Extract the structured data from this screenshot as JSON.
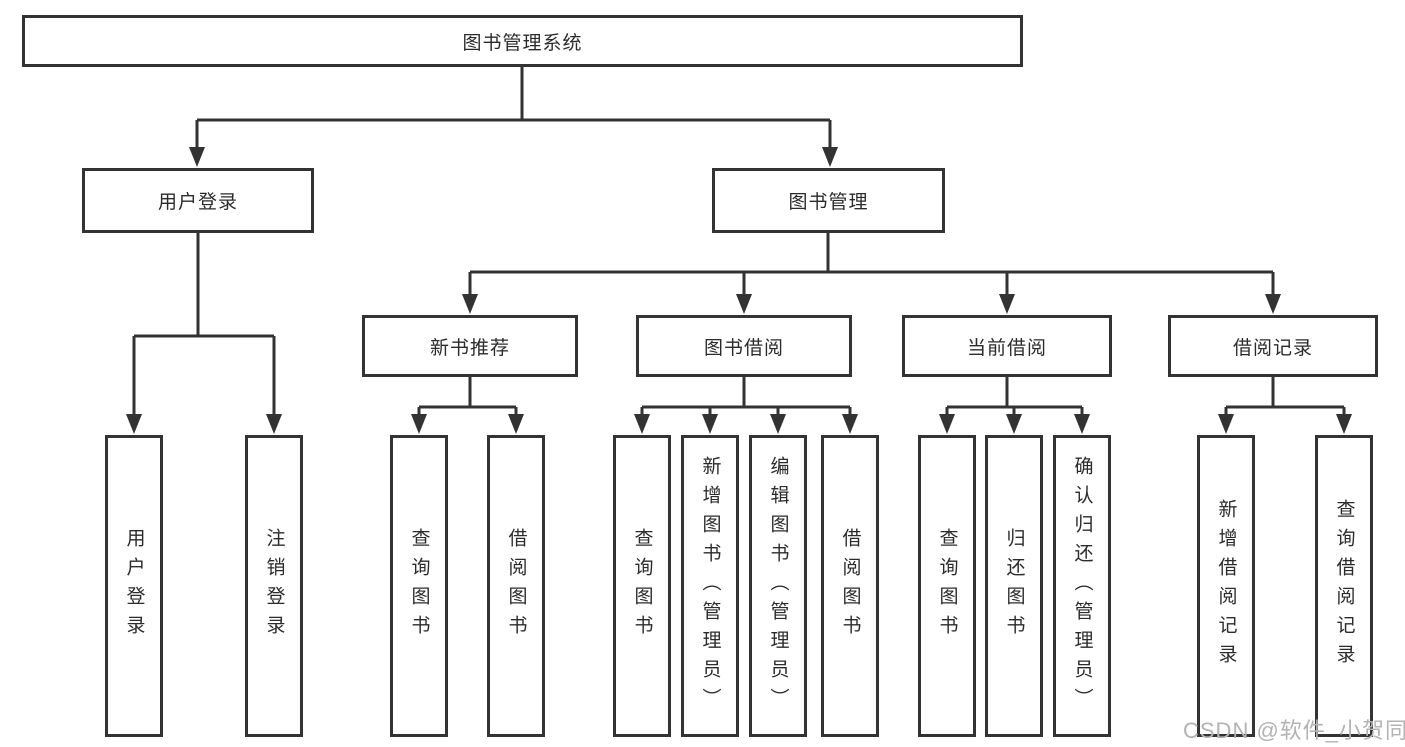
{
  "tree": {
    "label": "图书管理系统",
    "children": [
      {
        "label": "用户登录",
        "children": [
          {
            "label": "用户登录"
          },
          {
            "label": "注销登录"
          }
        ]
      },
      {
        "label": "图书管理",
        "children": [
          {
            "label": "新书推荐",
            "children": [
              {
                "label": "查询图书"
              },
              {
                "label": "借阅图书"
              }
            ]
          },
          {
            "label": "图书借阅",
            "children": [
              {
                "label": "查询图书"
              },
              {
                "label": "新增图书（管理员）"
              },
              {
                "label": "编辑图书（管理员）"
              },
              {
                "label": "借阅图书"
              }
            ]
          },
          {
            "label": "当前借阅",
            "children": [
              {
                "label": "查询图书"
              },
              {
                "label": "归还图书"
              },
              {
                "label": "确认归还（管理员）"
              }
            ]
          },
          {
            "label": "借阅记录",
            "children": [
              {
                "label": "新增借阅记录"
              },
              {
                "label": "查询借阅记录"
              }
            ]
          }
        ]
      }
    ]
  },
  "watermark": {
    "text": "CSDN @软件_小贺同学"
  },
  "colors": {
    "line": "#333333",
    "text": "#2b2b2b",
    "watermark": "#b3b3b3",
    "background": "#ffffff"
  }
}
